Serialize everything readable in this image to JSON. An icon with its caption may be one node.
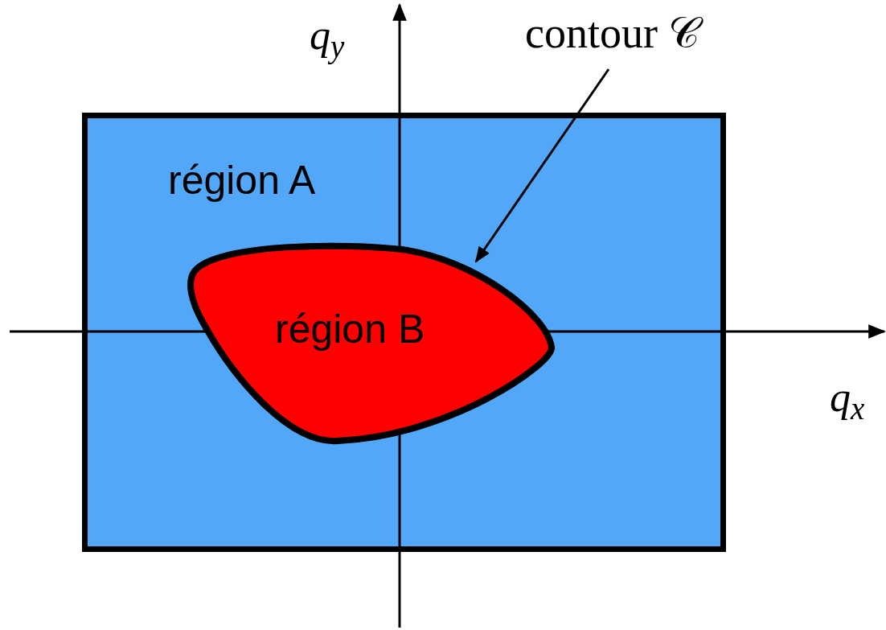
{
  "diagram": {
    "nodes": [
      {
        "text": [
          "région A"
        ]
      },
      {
        "text": [
          "région B"
        ],
        "in": 0
      },
      {
        "text": [
          "contour 𝒞"
        ]
      }
    ],
    "edges": [
      {
        "from": 2,
        "to": 1,
        "arrow": "to"
      }
    ],
    "labels": [
      "q$_{y}$",
      "q$_{x}$"
    ]
  }
}
